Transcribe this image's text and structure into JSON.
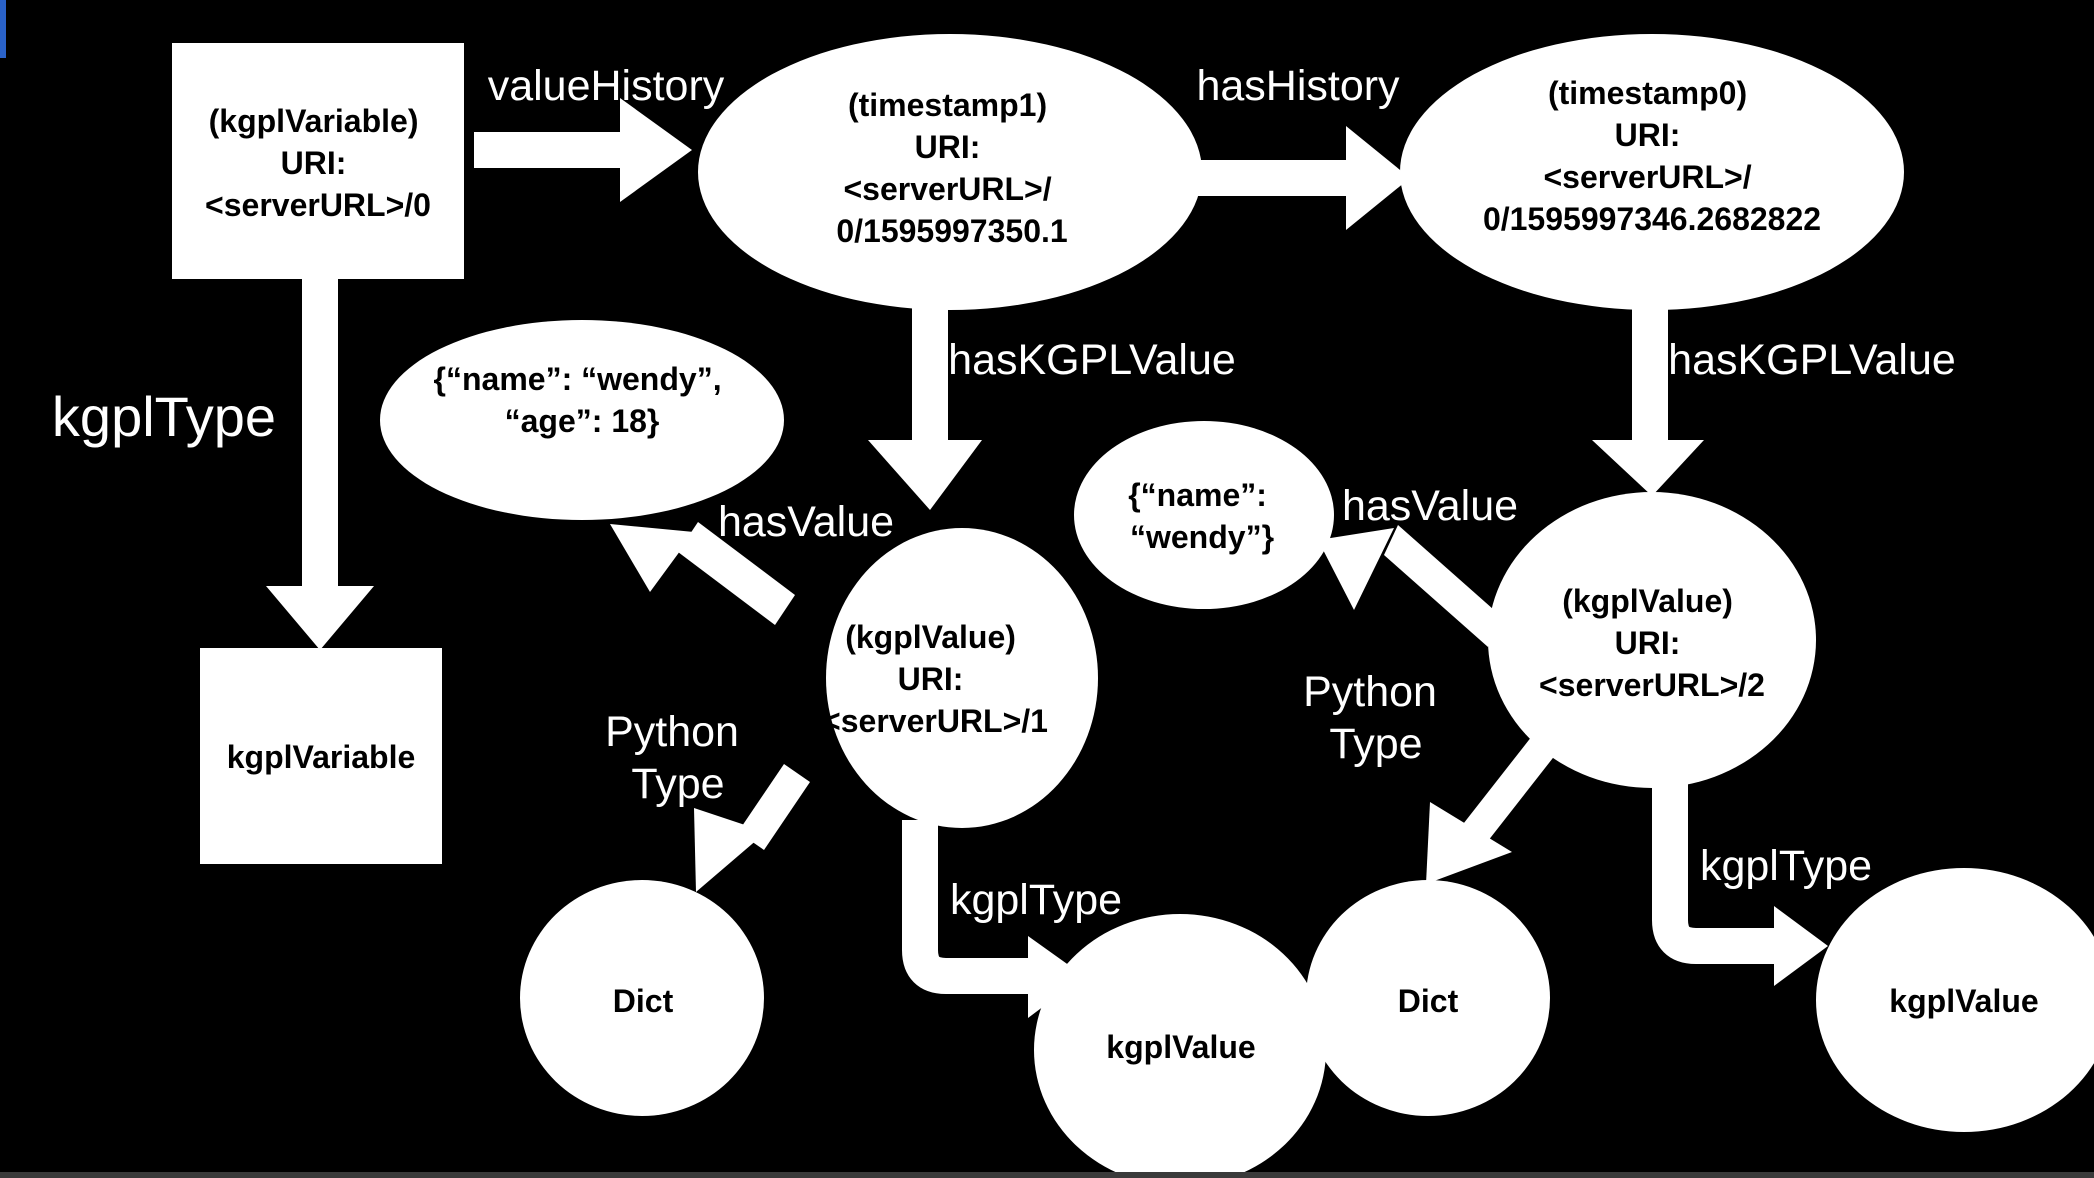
{
  "nodes": {
    "variable_box": [
      "(kgplVariable)",
      "URI:",
      "<serverURL>/0"
    ],
    "type_box": [
      "kgplVariable"
    ],
    "timestamp1": [
      "(timestamp1)",
      "URI:",
      "<serverURL>/",
      "0/1595997350.1"
    ],
    "timestamp0": [
      "(timestamp0)",
      "URI:",
      "<serverURL>/",
      "0/1595997346.2682822"
    ],
    "dict_value_1": [
      "{“name”: “wendy”,",
      "“age”: 18}"
    ],
    "dict_value_2": [
      "{“name”:",
      "“wendy”}"
    ],
    "kgplvalue_1": [
      "(kgplValue)",
      "URI:",
      "<serverURL>/1"
    ],
    "kgplvalue_2": [
      "(kgplValue)",
      "URI:",
      "<serverURL>/2"
    ],
    "dict_type_1": [
      "Dict"
    ],
    "dict_type_2": [
      "Dict"
    ],
    "kgplvalue_type_1": [
      "kgplValue"
    ],
    "kgplvalue_type_2": [
      "kgplValue"
    ]
  },
  "edges": {
    "value_history": [
      "valueHistory"
    ],
    "has_history": [
      "hasHistory"
    ],
    "kgpl_type_main": [
      "kgplType"
    ],
    "has_kgpl_value_1": [
      "hasKGPLValue"
    ],
    "has_kgpl_value_2": [
      "hasKGPLValue"
    ],
    "has_value_1": [
      "hasValue"
    ],
    "has_value_2": [
      "hasValue"
    ],
    "python_type_1": [
      "Python",
      "Type"
    ],
    "python_type_2": [
      "Python",
      "Type"
    ],
    "kgpl_type_1": [
      "kgplType"
    ],
    "kgpl_type_2": [
      "kgplType"
    ]
  },
  "colors": {
    "background": "#000000",
    "shape": "#ffffff",
    "node_text": "#000000",
    "edge_text": "#ffffff",
    "accent": "#2a62c9"
  }
}
